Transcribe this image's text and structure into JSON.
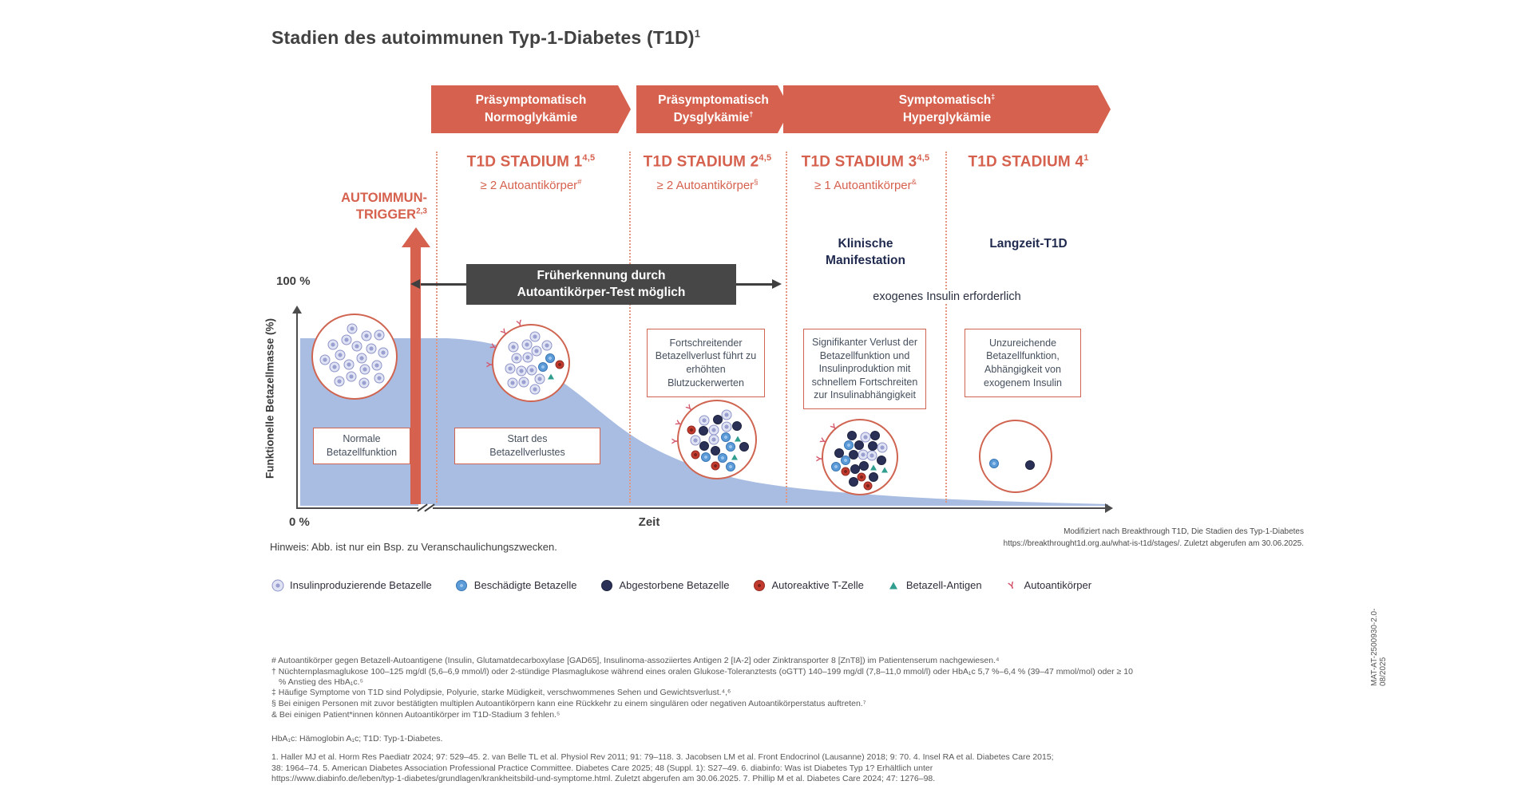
{
  "page": {
    "title": "Stadien des autoimmunen Typ-1-Diabetes (T1D)",
    "title_sup": "1",
    "side_code": "MAT-AT-2500930-2.0-08/2025"
  },
  "banners": [
    {
      "line1": "Präsymptomatisch",
      "line1_sup": "",
      "line2": "Normoglykämie",
      "line2_sup": ""
    },
    {
      "line1": "Präsymptomatisch",
      "line1_sup": "",
      "line2": "Dysglykämie",
      "line2_sup": "†"
    },
    {
      "line1": "Symptomatisch",
      "line1_sup": "‡",
      "line2": "Hyperglykämie",
      "line2_sup": ""
    }
  ],
  "stages": [
    {
      "title": "T1D STADIUM 1",
      "title_sup": "4,5",
      "antibody": "≥ 2 Autoantikörper",
      "antibody_sup": "#"
    },
    {
      "title": "T1D STADIUM 2",
      "title_sup": "4,5",
      "antibody": "≥ 2 Autoantikörper",
      "antibody_sup": "§"
    },
    {
      "title": "T1D STADIUM 3",
      "title_sup": "4,5",
      "antibody": "≥ 1 Autoantikörper",
      "antibody_sup": "&",
      "note_line1": "Klinische",
      "note_line2": "Manifestation"
    },
    {
      "title": "T1D STADIUM 4",
      "title_sup": "1",
      "note_line1": "Langzeit-T1D"
    }
  ],
  "trigger": {
    "line1": "AUTOIMMUN-",
    "line2": "TRIGGER",
    "sup": "2,3"
  },
  "early_box": {
    "line1": "Früherkennung durch",
    "line2": "Autoantikörper-Test möglich"
  },
  "insulin_note": "exogenes Insulin erforderlich",
  "chart": {
    "y_label": "Funktionelle Betazellmasse (%)",
    "y_max": "100 %",
    "y_min": "0 %",
    "x_label": "Zeit"
  },
  "callouts": [
    "Normale Betazellfunktion",
    "Start des Betazellverlustes",
    "Fortschreitender Betazellverlust führt zu erhöhten Blutzuckerwerten",
    "Signifikanter Verlust der Betazellfunktion und Insulinproduktion mit schnellem Fortschreiten zur Insulinabhängigkeit",
    "Unzureichende Betazellfunktion, Abhängigkeit von exogenem Insulin"
  ],
  "hinweis": "Hinweis: Abb. ist nur ein Bsp. zu Veranschaulichungszwecken.",
  "attribution": {
    "line1": "Modifiziert nach Breakthrough T1D, Die Stadien des Typ-1-Diabetes",
    "line2": "https://breakthrought1d.org.au/what-is-t1d/stages/. Zuletzt abgerufen am 30.06.2025."
  },
  "legend": [
    {
      "icon": "insulin-producing-betacell-icon",
      "label": "Insulinproduzierende Betazelle"
    },
    {
      "icon": "damaged-betacell-icon",
      "label": "Beschädigte Betazelle"
    },
    {
      "icon": "dead-betacell-icon",
      "label": "Abgestorbene Betazelle"
    },
    {
      "icon": "autoreactive-tcell-icon",
      "label": "Autoreaktive T-Zelle"
    },
    {
      "icon": "betacell-antigen-icon",
      "label": "Betazell-Antigen"
    },
    {
      "icon": "autoantibody-icon",
      "label": "Autoantikörper"
    }
  ],
  "footnotes": [
    "# Autoantikörper gegen Betazell-Autoantigene (Insulin, Glutamatdecarboxylase [GAD65], Insulinoma-assoziiertes Antigen 2 [IA-2] oder Zinktransporter 8 [ZnT8]) im Patientenserum nachgewiesen.⁴",
    "† Nüchternplasmaglukose 100–125 mg/dl (5,6–6,9 mmol/l) oder 2-stündige Plasmaglukose während eines oralen Glukose-Toleranztests (oGTT) 140–199 mg/dl (7,8–11,0 mmol/l) oder HbA₁c 5,7 %–6,4 % (39–47 mmol/mol) oder ≥ 10 % Anstieg des HbA₁c.⁵",
    "‡ Häufige Symptome von T1D sind Polydipsie, Polyurie, starke Müdigkeit, verschwommenes Sehen und Gewichtsverlust.⁴,⁶",
    "§ Bei einigen Personen mit zuvor bestätigten multiplen Autoantikörpern kann eine Rückkehr zu einem singulären oder negativen Autoantikörperstatus auftreten.⁷",
    "& Bei einigen Patient*innen können Autoantikörper im T1D-Stadium 3 fehlen.⁵"
  ],
  "abbrev": "HbA₁c: Hämoglobin A₁c; T1D: Typ-1-Diabetes.",
  "references": "1. Haller MJ et al. Horm Res Paediatr 2024; 97: 529–45. 2. van Belle TL et al. Physiol Rev 2011; 91: 79–118. 3. Jacobsen LM et al. Front Endocrinol (Lausanne) 2018; 9: 70. 4. Insel RA et al. Diabetes Care 2015; 38: 1964–74. 5. American Diabetes Association Professional Practice Committee. Diabetes Care 2025; 48 (Suppl. 1): S27–49. 6. diabinfo: Was ist Diabetes Typ 1? Erhältlich unter https://www.diabinfo.de/leben/typ-1-diabetes/grundlagen/krankheitsbild-und-symptome.html. Zuletzt abgerufen am 30.06.2025. 7. Phillip M et al. Diabetes Care 2024; 47: 1276–98.",
  "colors": {
    "accent_red": "#d5614e",
    "dark_navy": "#1f2a4e",
    "dark_box": "#474747",
    "curve_fill": "#a8bde1",
    "healthy_cell": "#e0e3f4",
    "damaged_cell": "#5b9bd8",
    "dead_cell": "#2b3156",
    "tcell": "#c23b2e",
    "antigen": "#2f9e8f",
    "antibody": "#d4586d"
  },
  "vignettes": [
    {
      "cells": [
        [
          "healthy",
          19
        ]
      ],
      "antibodies": 0
    },
    {
      "cells": [
        [
          "healthy",
          14
        ],
        [
          "damaged",
          2
        ],
        [
          "tcell",
          1
        ],
        [
          "antigen",
          1
        ]
      ],
      "antibodies": 4
    },
    {
      "cells": [
        [
          "healthy",
          6
        ],
        [
          "damaged",
          5
        ],
        [
          "dead",
          6
        ],
        [
          "tcell",
          3
        ],
        [
          "antigen",
          2
        ]
      ],
      "antibodies": 3
    },
    {
      "cells": [
        [
          "healthy",
          4
        ],
        [
          "damaged",
          3
        ],
        [
          "dead",
          11
        ],
        [
          "tcell",
          3
        ],
        [
          "antigen",
          2
        ]
      ],
      "antibodies": 3
    },
    {
      "cells": [
        [
          "dead",
          1
        ],
        [
          "damaged",
          1
        ]
      ],
      "antibodies": 0
    }
  ]
}
